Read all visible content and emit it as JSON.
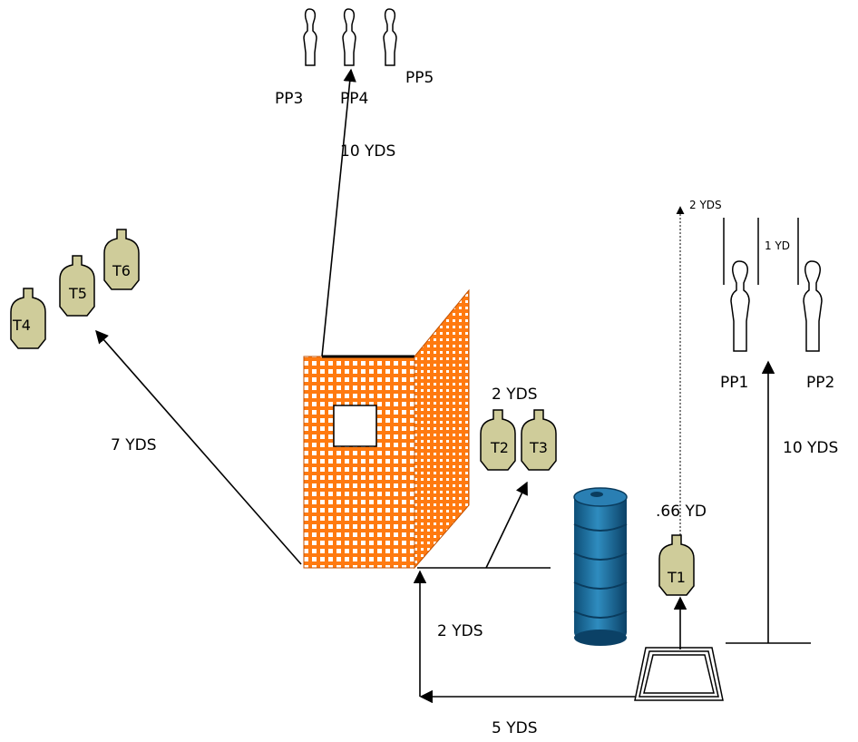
{
  "targets": {
    "t1": "T1",
    "t2": "T2",
    "t3": "T3",
    "t4": "T4",
    "t5": "T5",
    "t6": "T6"
  },
  "poppers": {
    "pp1": "PP1",
    "pp2": "PP2",
    "pp3": "PP3",
    "pp4": "PP4",
    "pp5": "PP5"
  },
  "distances": {
    "pp345": "10 YDS",
    "t456": "7 YDS",
    "t23": "2 YDS",
    "wall_to_corner": "2 YDS",
    "box_to_corner": "5 YDS",
    "pp12": "10 YDS",
    "t1": ".66 YD",
    "pp1_dotted": "2 YDS",
    "pp_spacing": "1 YD"
  },
  "colors": {
    "target_fill": "#cfcc9a",
    "wall_orange": "#ff7a10",
    "barrel_blue": "#1f6d9a",
    "line": "#000000"
  }
}
